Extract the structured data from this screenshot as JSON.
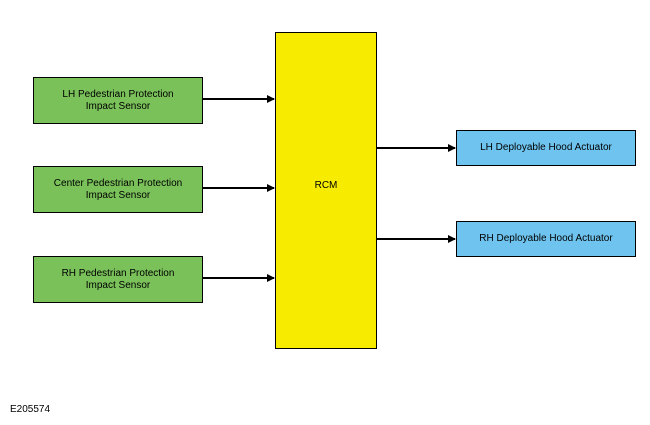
{
  "diagram": {
    "sensors": [
      {
        "label": "LH Pedestrian Protection\nImpact Sensor"
      },
      {
        "label": "Center Pedestrian Protection\nImpact Sensor"
      },
      {
        "label": "RH Pedestrian Protection\nImpact Sensor"
      }
    ],
    "module": {
      "label": "RCM"
    },
    "actuators": [
      {
        "label": "LH Deployable Hood Actuator"
      },
      {
        "label": "RH Deployable Hood Actuator"
      }
    ],
    "figure_id": "E205574",
    "colors": {
      "sensor_fill": "#7ac15a",
      "module_fill": "#f7ec00",
      "actuator_fill": "#6fc4ef",
      "line": "#000000"
    }
  }
}
